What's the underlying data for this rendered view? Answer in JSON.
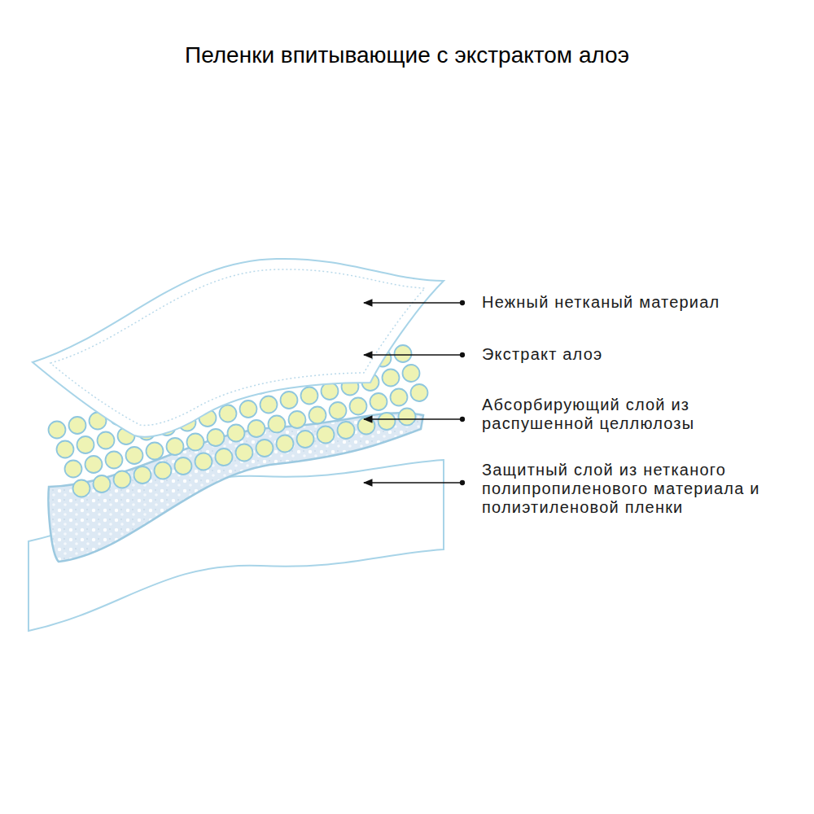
{
  "diagram": {
    "title": "Пеленки впитывающие с экстрактом алоэ",
    "labels": [
      "Нежный нетканый материал",
      "Экстракт алоэ",
      "Абсорбирующий слой из распушенной целлюлозы",
      "Защитный слой из нетканого полипропиленового материала и полиэтиленовой пленки"
    ]
  }
}
